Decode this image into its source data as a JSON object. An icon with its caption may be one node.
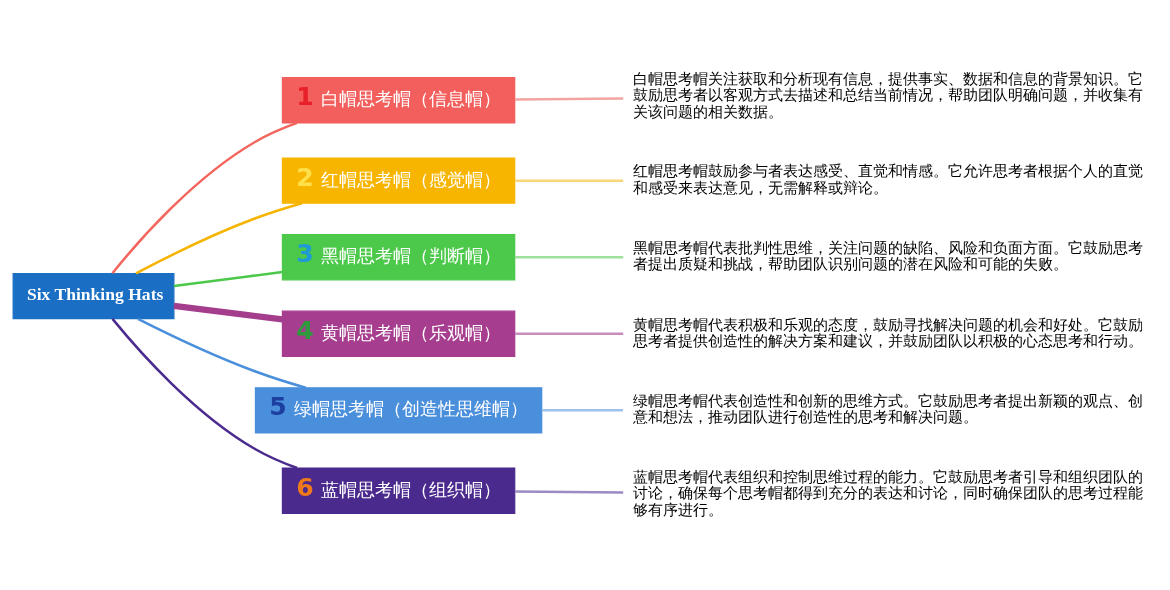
{
  "diagram": {
    "nodes": [
      {
        "text": [
          "Six Thinking Hats"
        ]
      },
      {
        "text": [
          "1",
          "白帽思考帽（信息帽）"
        ]
      },
      {
        "text": [
          "白帽思考帽关注获取和分析现有信息，提供事实、数据和信息的背景知识。它鼓励思考者以客观方式去描述和总结当前情况，帮助团队明确问题，并收集有关该问题的相关数据。"
        ]
      },
      {
        "text": [
          "2",
          "红帽思考帽（感觉帽）"
        ]
      },
      {
        "text": [
          "红帽思考帽鼓励参与者表达感受、直觉和情感。它允许思考者根据个人的直觉和感受来表达意见，无需解释或辩论。"
        ]
      },
      {
        "text": [
          "3",
          "黑帽思考帽（判断帽）"
        ]
      },
      {
        "text": [
          "黑帽思考帽代表批判性思维，关注问题的缺陷、风险和负面方面。它鼓励思考者提出质疑和挑战，帮助团队识别问题的潜在风险和可能的失败。"
        ]
      },
      {
        "text": [
          "4",
          "黄帽思考帽（乐观帽）"
        ]
      },
      {
        "text": [
          "黄帽思考帽代表积极和乐观的态度，鼓励寻找解决问题的机会和好处。它鼓励思考者提供创造性的解决方案和建议，并鼓励团队以积极的心态思考和行动。"
        ]
      },
      {
        "text": [
          "5",
          "绿帽思考帽（创造性思维帽）"
        ]
      },
      {
        "text": [
          "绿帽思考帽代表创造性和创新的思维方式。它鼓励思考者提出新颖的观点、创意和想法，推动团队进行创造性的思考和解决问题。"
        ]
      },
      {
        "text": [
          "6",
          "蓝帽思考帽（组织帽）"
        ]
      },
      {
        "text": [
          "蓝帽思考帽代表组织和控制思维过程的能力。它鼓励思考者引导和组织团队的讨论，确保每个思考帽都得到充分的表达和讨论，同时确保团队的思考过程能够有序进行。"
        ]
      }
    ],
    "edges": [
      {
        "from": 0,
        "to": 1,
        "arrow": "none",
        "color": "#f2665e"
      },
      {
        "from": 1,
        "to": 2,
        "arrow": "none",
        "color": "#f2a59f"
      },
      {
        "from": 0,
        "to": 3,
        "arrow": "none",
        "color": "#f5b400"
      },
      {
        "from": 3,
        "to": 4,
        "arrow": "none",
        "color": "#f7d77a"
      },
      {
        "from": 0,
        "to": 5,
        "arrow": "none",
        "color": "#4cc94a"
      },
      {
        "from": 5,
        "to": 6,
        "arrow": "none",
        "color": "#9ee09c"
      },
      {
        "from": 0,
        "to": 7,
        "arrow": "none",
        "style": "thick",
        "color": "#a33d8c"
      },
      {
        "from": 7,
        "to": 8,
        "arrow": "none",
        "color": "#c98dbd"
      },
      {
        "from": 0,
        "to": 9,
        "arrow": "none",
        "color": "#4a8fdc"
      },
      {
        "from": 9,
        "to": 10,
        "arrow": "none",
        "color": "#9cc2ec"
      },
      {
        "from": 0,
        "to": 11,
        "arrow": "none",
        "color": "#4b2a8e"
      },
      {
        "from": 11,
        "to": 12,
        "arrow": "none",
        "color": "#9b8ac4"
      }
    ]
  }
}
